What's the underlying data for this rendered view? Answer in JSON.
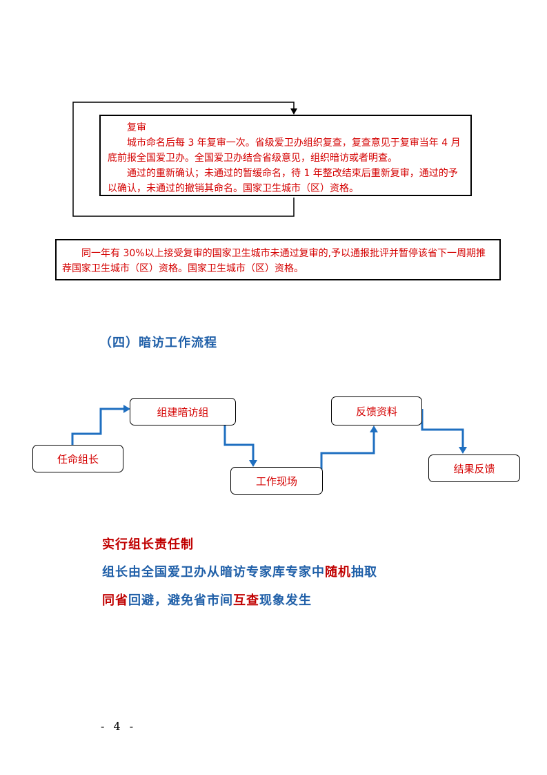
{
  "review": {
    "title": "复审",
    "line1": "城市命名后每 3 年复审一次。省级爱卫办组织复查，复查意见于复审当年 4 月底前报全国爱卫办。全国爱卫办结合省级意见，组织暗访或者明查。",
    "line2": "通过的重新确认；未通过的暂缓命名，待 1 年整改结束后重新复审，通过的予以确认，未通过的撤销其命名。国家卫生城市（区）资格。"
  },
  "notice": {
    "text": "同一年有 30%以上接受复审的国家卫生城市未通过复审的,予以通报批评并暂停该省下一周期推荐国家卫生城市（区）资格。国家卫生城市（区）资格。"
  },
  "section": {
    "title": "（四）暗访工作流程"
  },
  "flow": {
    "steps": [
      "任命组长",
      "组建暗访组",
      "工作现场",
      "反馈资料",
      "结果反馈"
    ]
  },
  "bullets": {
    "line1": "实行组长责任制",
    "line2_part1": "组长由全国爱卫办从暗访专家库专家中",
    "line2_part2": "随机",
    "line2_part3": "抽取",
    "line3_part1": "同省",
    "line3_part2": "回避，避免省市间",
    "line3_part3": "互查",
    "line3_part4": "现象发生"
  },
  "footer": {
    "page_number": "- 4 -"
  },
  "colors": {
    "red": "#d40000",
    "blue": "#1f5fa8",
    "flow_blue": "#1f6fc0"
  }
}
